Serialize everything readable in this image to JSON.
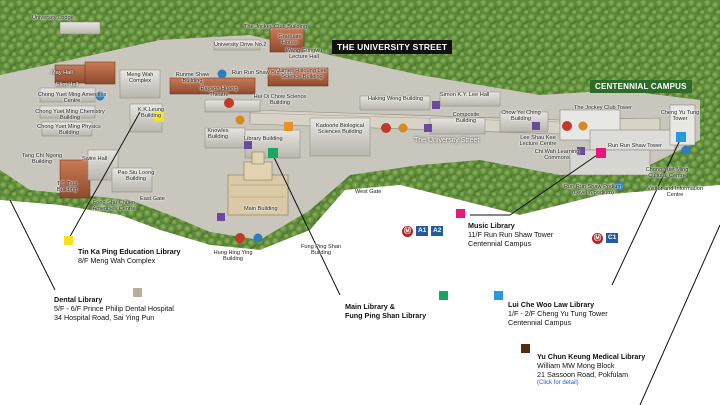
{
  "colors": {
    "yellow": "#f2e21c",
    "tan": "#b8ad96",
    "green": "#15a862",
    "magenta": "#e6197a",
    "blue": "#2a98de",
    "brown": "#5a2a10",
    "mtr": "#b4222a",
    "exit": "#245b9f",
    "info": "#2b7fc1",
    "firstaid": "#c0392b",
    "accessible": "#d88a1e",
    "library": "#6a4a9a"
  },
  "icons": {
    "mtr": "mtr-icon",
    "info": "info-icon",
    "firstaid": "first-aid-icon",
    "library": "library-icon",
    "accessible": "accessible-icon"
  },
  "signs": {
    "university_street": "THE UNIVERSITY STREET",
    "centennial_campus": "CENTENNIAL CAMPUS",
    "street_label": "The University Street"
  },
  "buildings": [
    "University Lodge",
    "The Jockey Club Building",
    "Graduate House",
    "University Drive No.2",
    "Wang Gungwu Lecture Hall",
    "May Hall",
    "Eliot Hall",
    "Chong Yuet Ming Amenities Centre",
    "Chong Yuet Ming Chemistry Building",
    "Chong Yuet Ming Physics Building",
    "Meng Wah Complex",
    "Runme Shaw Building",
    "Run Run Shaw Building",
    "James Hsioung Lee Science Building",
    "Rayson Huang Theatre",
    "Hui Oi Chow Science Building",
    "K.K.Leung Building",
    "Knowles Building",
    "Library Building",
    "Haking Wong Building",
    "Simon K.Y. Lee Hall",
    "Kadoorie Biological Sciences Building",
    "Composite Building",
    "Chow Yei Ching Building",
    "The Jockey Club Tower",
    "Cheng Yu Tung Tower",
    "Tang Chi Ngong Building",
    "Swire Hall",
    "T.T. Tsui Building",
    "Fong Shu Chuen Amenities Centre",
    "Pao Siu Loong Building",
    "East Gate",
    "Main Building",
    "Fung Ping Shan Building",
    "Hung Hing Ying Building",
    "West Gate",
    "Lee Shau Kee Lecture Centre",
    "Chi Wah Learning Commons",
    "Run Run Shaw Tower",
    "Run Run Shaw Podium (Level 6 podium)",
    "Visitor and Information Centre",
    "Chong Yuet Ming Cultural Centre"
  ],
  "mtr_exits": [
    "A1",
    "A2",
    "C1"
  ],
  "libraries": {
    "edu": {
      "title": "Tin Ka Ping Education Library",
      "line1": "8/F Meng Wah Complex"
    },
    "dental": {
      "title": "Dental Library",
      "line1": "5/F - 6/F Prince Philip Dental Hospital",
      "line2": "34 Hospital Road, Sai Ying Pun"
    },
    "main": {
      "title": "Main Library &",
      "title2": "Fung Ping Shan Library"
    },
    "music": {
      "title": "Music Library",
      "line1": "11/F Run Run Shaw Tower",
      "line2": "Centennial Campus"
    },
    "law": {
      "title": "Lui Che Woo Law Library",
      "line1": "1/F - 2/F Cheng Yu Tung Tower",
      "line2": "Centennial Campus"
    },
    "medical": {
      "title": "Yu Chun Keung Medical Library",
      "line1": "William MW Mong Block",
      "line2": "21 Sassoon Road, Pokfulam",
      "link": "(Click for detail)"
    }
  }
}
